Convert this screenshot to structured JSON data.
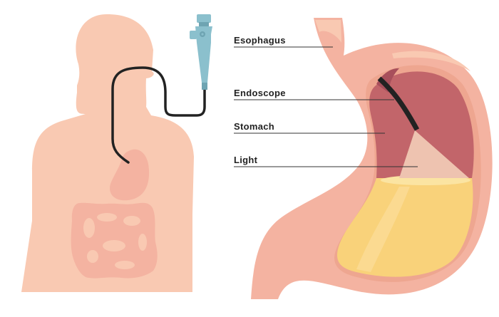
{
  "labels": {
    "esophagus": "Esophagus",
    "endoscope": "Endoscope",
    "stomach": "Stomach",
    "light": "Light"
  },
  "colors": {
    "skin": "#f9c9b2",
    "organ": "#f4b3a1",
    "stomach_wall": "#eea690",
    "stomach_inner": "#c2656a",
    "fluid": "#f9d27a",
    "light_beam": "#eec3b0",
    "endoscope_tube": "#222222",
    "endoscope_handle": "#8bc0cd"
  }
}
